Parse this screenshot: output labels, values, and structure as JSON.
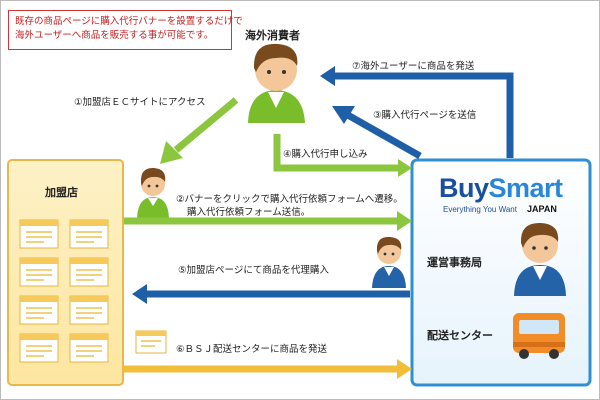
{
  "notice": {
    "line1": "既存の商品ページに購入代行バナーを設置するだけで",
    "line2": "海外ユーザーへ商品を販売する事が可能です。"
  },
  "nodes": {
    "consumer": "海外消費者",
    "store": "加盟店",
    "office": "運営事務局",
    "delivery": "配送センター"
  },
  "brand": {
    "buy": "Buy",
    "smart": "Smart",
    "tagline": "Everything You Want",
    "japan": "JAPAN"
  },
  "steps": {
    "s1": "①加盟店ＥＣサイトにアクセス",
    "s2a": "②バナーをクリックで購入代行依頼フォームへ遷移。",
    "s2b": "購入代行依頼フォーム送信。",
    "s3": "③購入代行ページを送信",
    "s4": "④購入代行申し込み",
    "s5": "⑤加盟店ページにて商品を代理購入",
    "s6": "⑥ＢＳＪ配送センターに商品を発送",
    "s7": "⑦海外ユーザーに商品を発送"
  },
  "colors": {
    "green_arrow": "#8cc63f",
    "blue_arrow": "#1f5fa8",
    "yellow_arrow": "#f2be3a",
    "store_border": "#e8b84a",
    "office_border": "#2f8fd0"
  }
}
